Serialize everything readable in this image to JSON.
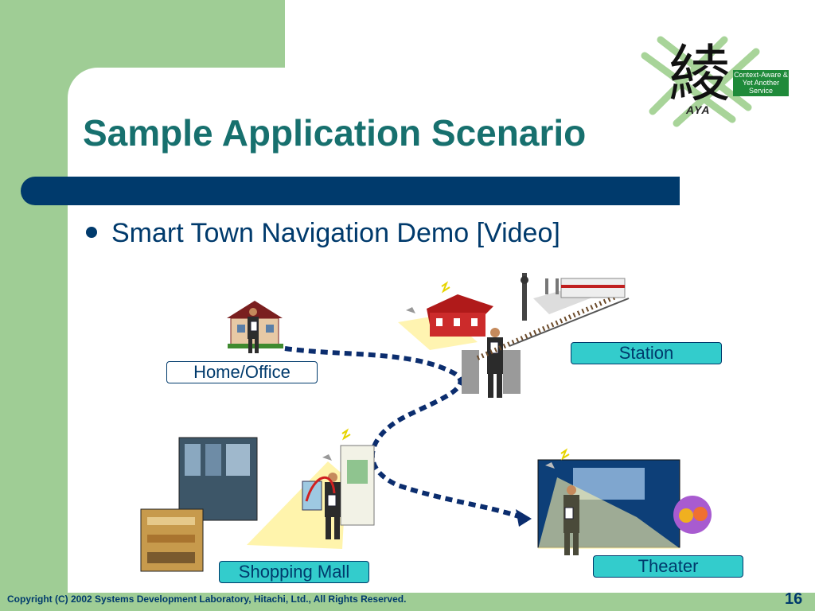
{
  "slide": {
    "title": "Sample Application Scenario",
    "bullet": "Smart Town Navigation Demo [Video]",
    "labels": {
      "home_office": "Home/Office",
      "station": "Station",
      "shopping_mall": "Shopping Mall",
      "theater": "Theater"
    },
    "footer": "Copyright (C) 2002 Systems Development Laboratory, Hitachi, Ltd., All Rights Reserved.",
    "page_number": "16"
  },
  "logo": {
    "kanji": "綾",
    "tagline": "Context-Aware & Yet Another Service",
    "name": "AYA"
  },
  "icons": [
    "house-icon",
    "station-icon",
    "train-icon",
    "mall-icon",
    "theater-icon",
    "person-icon",
    "wifi-access-point-icon"
  ],
  "colors": {
    "background": "#9fcd95",
    "title": "#17706e",
    "bar": "#003a6c",
    "label_cyan": "#33cccc",
    "path": "#0b2d6e"
  }
}
